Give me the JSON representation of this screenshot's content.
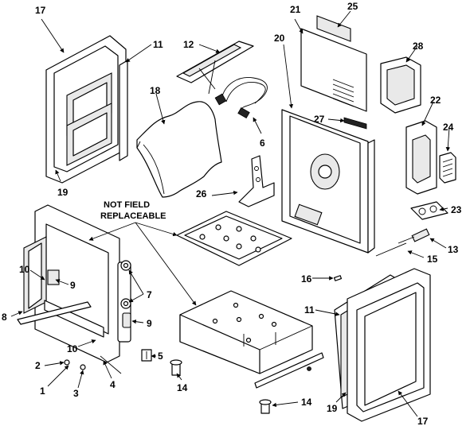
{
  "note": {
    "line1": "NOT FIELD",
    "line2": "REPLACEABLE"
  },
  "callouts": {
    "c1": "1",
    "c2": "2",
    "c3": "3",
    "c4": "4",
    "c5": "5",
    "c6": "6",
    "c7": "7",
    "c8": "8",
    "c9a": "9",
    "c9b": "9",
    "c10a": "10",
    "c10b": "10",
    "c11a": "11",
    "c11b": "11",
    "c12": "12",
    "c13": "13",
    "c14a": "14",
    "c14b": "14",
    "c15": "15",
    "c16": "16",
    "c17a": "17",
    "c17b": "17",
    "c18": "18",
    "c19a": "19",
    "c19b": "19",
    "c20": "20",
    "c21": "21",
    "c22": "22",
    "c23": "23",
    "c24": "24",
    "c25": "25",
    "c26": "26",
    "c27": "27",
    "c28": "28"
  }
}
